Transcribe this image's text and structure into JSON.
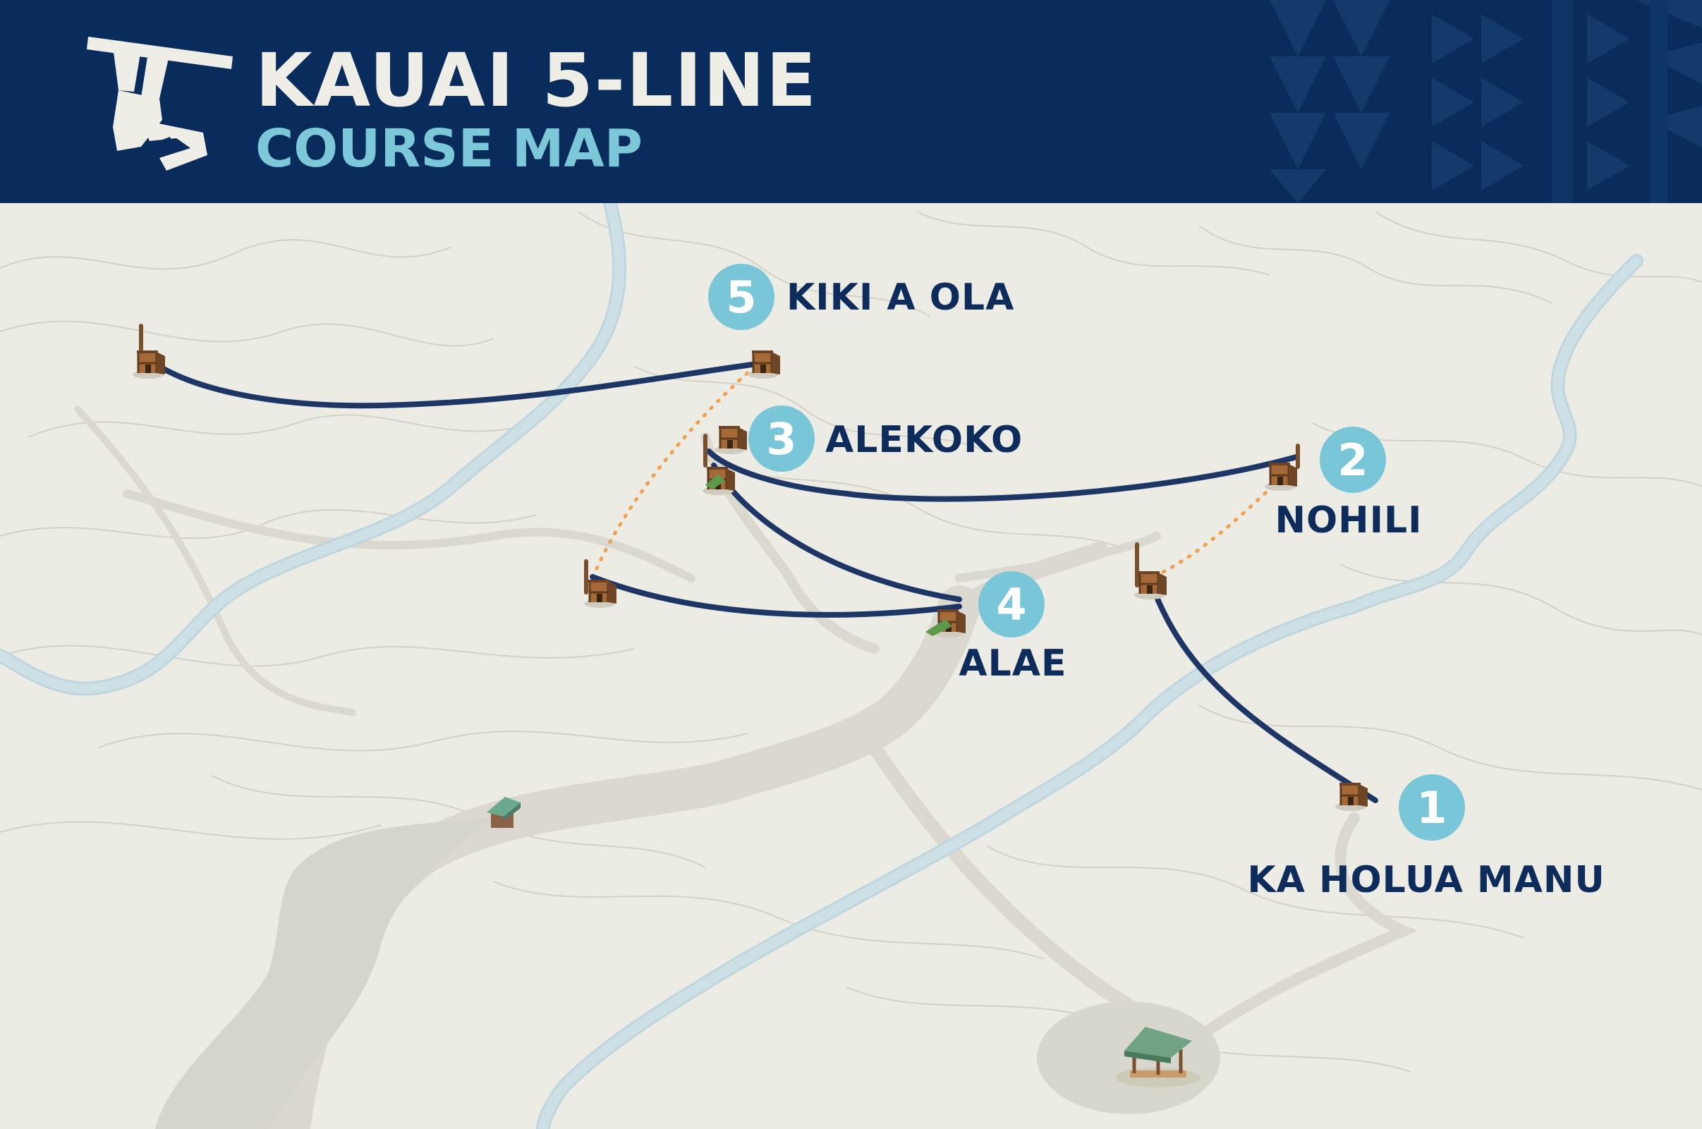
{
  "header": {
    "title": "KAUAI 5-LINE",
    "subtitle": "COURSE MAP"
  },
  "colors": {
    "header_bg": "#0a2c5c",
    "ground": "#edece4",
    "zipline": "#1d3666",
    "marker": "#78c6d8",
    "label": "#0d2c5b",
    "river": "#cfe0e5",
    "walk_path": "#f0a050"
  },
  "icons": [
    "zipline-rider-logo-icon",
    "platform-tower-icon",
    "hut-icon",
    "pavilion-icon"
  ],
  "stops": [
    {
      "number": "1",
      "name": "KA HOLUA MANU"
    },
    {
      "number": "2",
      "name": "NOHILI"
    },
    {
      "number": "3",
      "name": "ALEKOKO"
    },
    {
      "number": "4",
      "name": "ALAE"
    },
    {
      "number": "5",
      "name": "KIKI A OLA"
    }
  ]
}
